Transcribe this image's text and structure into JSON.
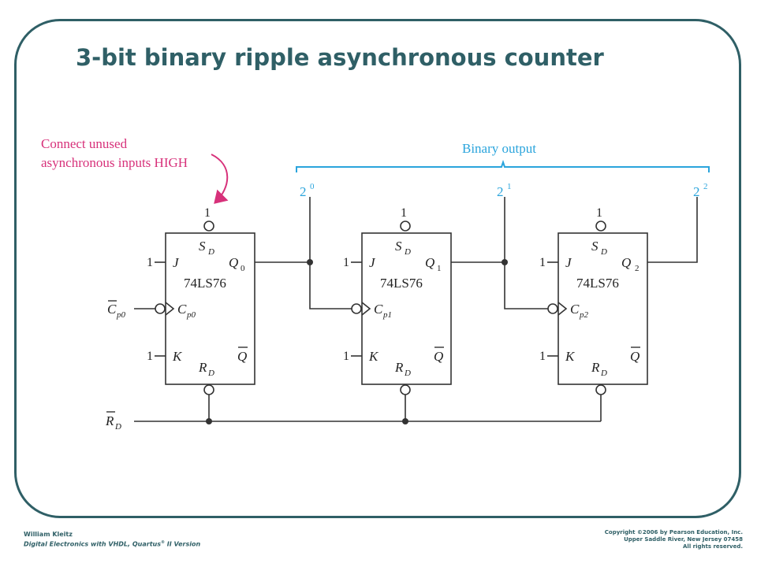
{
  "title": "3-bit binary ripple asynchronous counter",
  "annotation": {
    "line1": "Connect unused",
    "line2": "asynchronous inputs HIGH"
  },
  "binary_output": {
    "label": "Binary output",
    "bit0": "2",
    "bit0_exp": "0",
    "bit1": "2",
    "bit1_exp": "1",
    "bit2": "2",
    "bit2_exp": "2"
  },
  "flipflops": [
    {
      "part": "74LS76",
      "q": "Q",
      "q_sub": "0",
      "cp": "C",
      "cp_sub": "p0",
      "sd_level": "1",
      "j_level": "1",
      "k_level": "1"
    },
    {
      "part": "74LS76",
      "q": "Q",
      "q_sub": "1",
      "cp": "C",
      "cp_sub": "p1",
      "sd_level": "1",
      "j_level": "1",
      "k_level": "1"
    },
    {
      "part": "74LS76",
      "q": "Q",
      "q_sub": "2",
      "cp": "C",
      "cp_sub": "p2",
      "sd_level": "1",
      "j_level": "1",
      "k_level": "1"
    }
  ],
  "pins": {
    "sd": "S",
    "sd_sub": "D",
    "rd": "R",
    "rd_sub": "D",
    "j": "J",
    "k": "K",
    "qbar": "Q"
  },
  "inputs": {
    "clock": "C",
    "clock_sub": "p0",
    "reset": "R",
    "reset_sub": "D"
  },
  "colors": {
    "frame": "#2f5f66",
    "annotation": "#d7317a",
    "output": "#2aa4dc",
    "lines": "#333333"
  },
  "footer": {
    "author": "William Kleitz",
    "book": "Digital Electronics with VHDL, Quartus",
    "book_reg": "®",
    "book_tail": " II Version",
    "copyright": "Copyright ©2006 by Pearson Education, Inc.",
    "address": "Upper Saddle River, New Jersey 07458",
    "rights": "All rights reserved."
  }
}
